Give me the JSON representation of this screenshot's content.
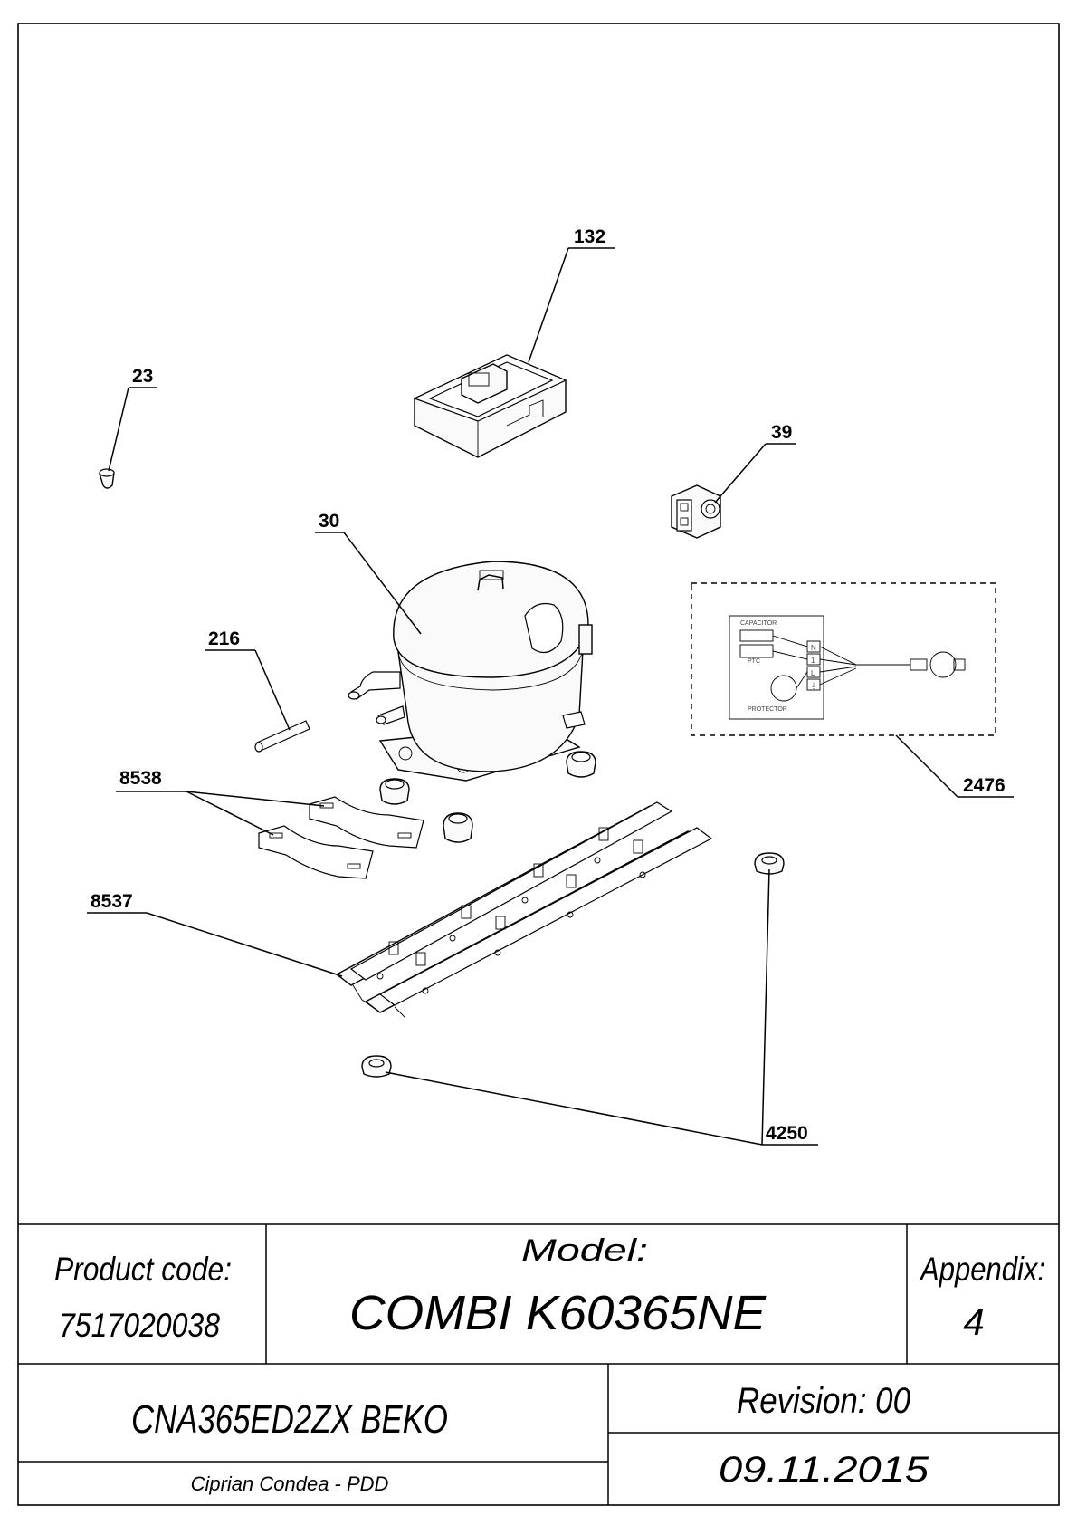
{
  "callouts": {
    "c132": "132",
    "c23": "23",
    "c39": "39",
    "c30": "30",
    "c216": "216",
    "c2476": "2476",
    "c8538": "8538",
    "c8537": "8537",
    "c4250": "4250"
  },
  "schematic": {
    "capacitor": "CAPACITOR",
    "ptc": "PTC",
    "protector": "PROTECTOR",
    "term_n": "N",
    "term_1": "1",
    "term_l": "L",
    "term_g": "⏚"
  },
  "title_block": {
    "product_code_label": "Product code:",
    "product_code_value": "7517020038",
    "model_label": "Model:",
    "model_value": "COMBI K60365NE",
    "appendix_label": "Appendix:",
    "appendix_value": "4",
    "product_name": "CNA365ED2ZX BEKO",
    "author": "Ciprian Condea - PDD",
    "revision": "Revision: 00",
    "date": "09.11.2015"
  }
}
